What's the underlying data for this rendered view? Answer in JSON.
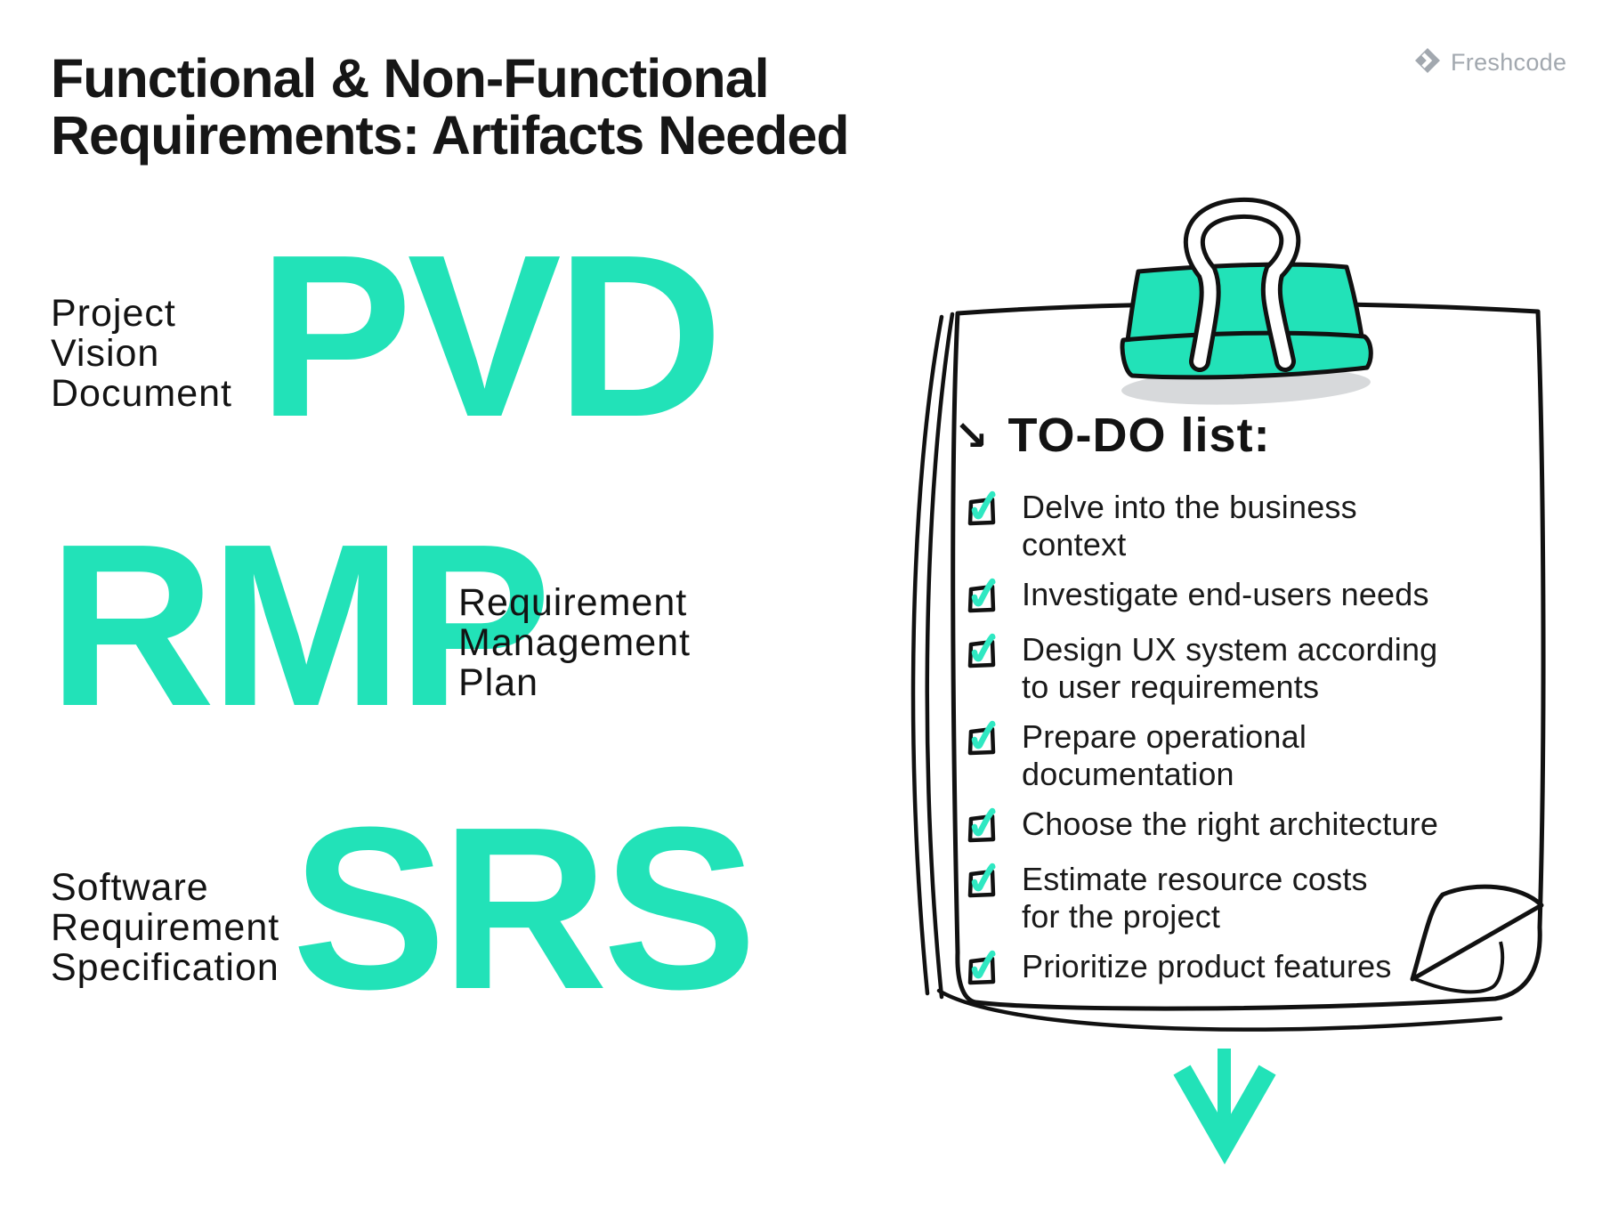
{
  "colors": {
    "accent": "#22E2B8",
    "check_teal": "#2FE8C2",
    "ink": "#161616",
    "logo_gray": "#A2A8AF",
    "clip_shadow": "#D7D9DB",
    "outline_black": "#111111",
    "paper_white": "#FFFFFF"
  },
  "header": {
    "title_line1": "Functional & Non-Functional",
    "title_line2": "Requirements: Artifacts Needed"
  },
  "logo": {
    "name": "Freshcode"
  },
  "icons": {
    "arrow_down_right": "↘"
  },
  "artifacts": [
    {
      "abbr": "PVD",
      "lines": [
        "Project",
        "Vision",
        "Document"
      ]
    },
    {
      "abbr": "RMP",
      "lines": [
        "Requirement",
        "Management",
        "Plan"
      ]
    },
    {
      "abbr": "SRS",
      "lines": [
        "Software",
        "Requirement",
        "Specification"
      ]
    }
  ],
  "todo": {
    "header": "TO-DO list:",
    "items": [
      {
        "lines": [
          "Delve into the business",
          "context"
        ]
      },
      {
        "lines": [
          "Investigate end-users needs",
          ""
        ]
      },
      {
        "lines": [
          "Design UX system according",
          "to user requirements"
        ]
      },
      {
        "lines": [
          "Prepare operational",
          "documentation"
        ]
      },
      {
        "lines": [
          "Choose the right architecture",
          ""
        ]
      },
      {
        "lines": [
          "Estimate resource costs",
          "for the project"
        ]
      },
      {
        "lines": [
          "Prioritize product features",
          ""
        ]
      }
    ]
  }
}
